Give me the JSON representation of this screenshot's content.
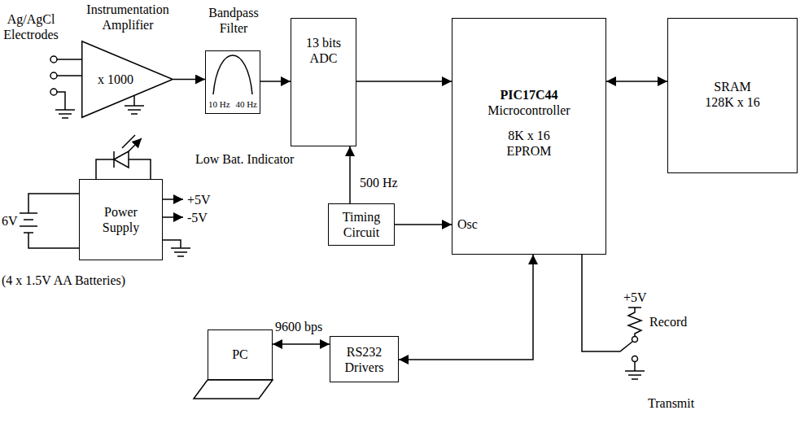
{
  "diagram": {
    "nodes": [
      {
        "text": [
          "Instrumentation Amplifier",
          "x 1000"
        ]
      },
      {
        "text": [
          "Bandpass Filter",
          "10 Hz",
          "40 Hz"
        ]
      },
      {
        "text": [
          "13 bits ADC"
        ]
      },
      {
        "text": [
          "PIC17C44",
          "Microcontroller",
          "8K x 16 EPROM",
          "Osc"
        ]
      },
      {
        "text": [
          "SRAM 128K x 16"
        ]
      },
      {
        "text": [
          "Timing Circuit"
        ]
      },
      {
        "text": [
          "Power Supply"
        ]
      },
      {
        "text": [
          "PC"
        ]
      },
      {
        "text": [
          "RS232 Drivers"
        ]
      }
    ],
    "edges": [
      {
        "from": 0,
        "to": 1,
        "arrow": "to"
      },
      {
        "from": 1,
        "to": 2,
        "arrow": "to"
      },
      {
        "from": 2,
        "to": 3,
        "arrow": "to"
      },
      {
        "from": 3,
        "to": 4,
        "arrow": "both"
      },
      {
        "from": 5,
        "to": 2,
        "arrow": "to",
        "label": "500 Hz"
      },
      {
        "from": 5,
        "to": 3,
        "arrow": "to"
      },
      {
        "from": 8,
        "to": 3,
        "arrow": "both"
      },
      {
        "from": 7,
        "to": 8,
        "arrow": "both",
        "label": "9600 bps"
      }
    ],
    "labels": [
      "Ag/AgCl Electrodes",
      "Low Bat. Indicator",
      "+5V",
      "-5V",
      "6V",
      "(4 x 1.5V AA Batteries)",
      "+5V",
      "Record",
      "Transmit"
    ]
  }
}
